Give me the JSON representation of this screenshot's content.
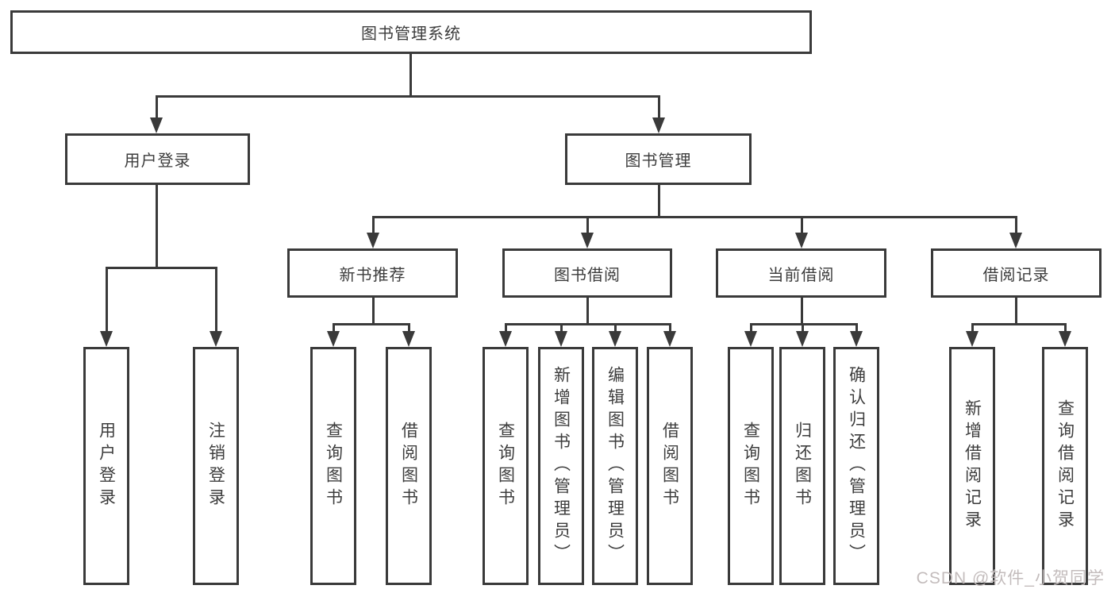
{
  "diagram": {
    "type": "hierarchy-chart",
    "tree": {
      "root": "图书管理系统",
      "children": [
        {
          "label": "用户登录",
          "children": [
            "用户登录",
            "注销登录"
          ]
        },
        {
          "label": "图书管理",
          "children": [
            {
              "label": "新书推荐",
              "children": [
                "查询图书",
                "借阅图书"
              ]
            },
            {
              "label": "图书借阅",
              "children": [
                "查询图书",
                "新增图书（管理员）",
                "编辑图书（管理员）",
                "借阅图书"
              ]
            },
            {
              "label": "当前借阅",
              "children": [
                "查询图书",
                "归还图书",
                "确认归还（管理员）"
              ]
            },
            {
              "label": "借阅记录",
              "children": [
                "新增借阅记录",
                "查询借阅记录"
              ]
            }
          ]
        }
      ]
    },
    "colors": {
      "line": "#3a3a3a",
      "text": "#3d3d3d",
      "background": "#ffffff",
      "watermark": "#c3bcbc"
    }
  },
  "watermark": {
    "text": "CSDN @软件_小贺同学"
  }
}
